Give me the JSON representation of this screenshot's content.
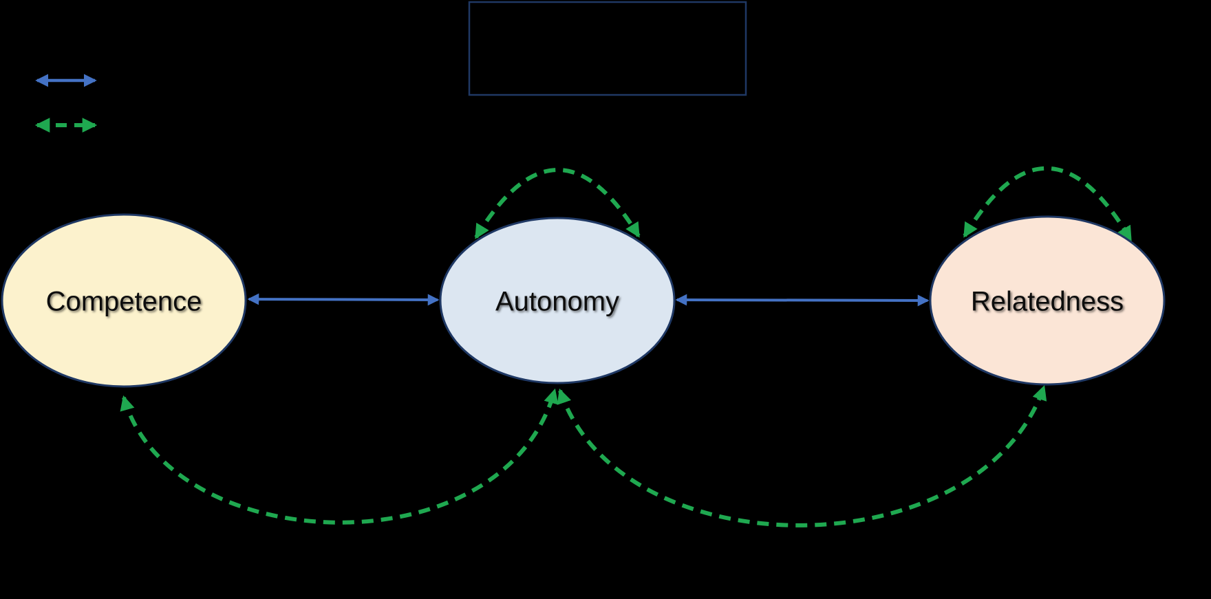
{
  "figure": {
    "type": "concept-diagram",
    "background": "#000000",
    "description_visible_elements": "three oval nodes linked by solid blue double arrows and dashed green double arrows, empty outlined box at top, two-sample legend at top left"
  },
  "colors": {
    "background": "#000000",
    "node_border": "#1F3864",
    "box_border": "#1F3864",
    "solid_arrow": "#4472C4",
    "dashed_arrow": "#1FA850",
    "label_text": "#0d0d0d"
  },
  "nodes": [
    {
      "id": "competence",
      "label": "Competence",
      "fill": "#FCF2CD"
    },
    {
      "id": "autonomy",
      "label": "Autonomy",
      "fill": "#DCE6F1"
    },
    {
      "id": "relatedness",
      "label": "Relatedness",
      "fill": "#FBE5D6"
    }
  ],
  "edges": [
    {
      "from": "competence",
      "to": "autonomy",
      "style": "solid",
      "color": "#4472C4",
      "bidirectional": true,
      "shape": "straight"
    },
    {
      "from": "autonomy",
      "to": "relatedness",
      "style": "solid",
      "color": "#4472C4",
      "bidirectional": true,
      "shape": "straight"
    },
    {
      "from": "autonomy",
      "to": "autonomy",
      "style": "dashed",
      "color": "#1FA850",
      "bidirectional": true,
      "shape": "loop-above"
    },
    {
      "from": "relatedness",
      "to": "relatedness",
      "style": "dashed",
      "color": "#1FA850",
      "bidirectional": true,
      "shape": "loop-above"
    },
    {
      "from": "competence",
      "to": "autonomy",
      "style": "dashed",
      "color": "#1FA850",
      "bidirectional": true,
      "shape": "arc-below"
    },
    {
      "from": "autonomy",
      "to": "relatedness",
      "style": "dashed",
      "color": "#1FA850",
      "bidirectional": true,
      "shape": "arc-below"
    }
  ],
  "legend": {
    "items": [
      {
        "id": "solid-double-arrow",
        "line_style": "solid",
        "color": "#4472C4"
      },
      {
        "id": "dashed-double-arrow",
        "line_style": "dashed",
        "color": "#1FA850"
      }
    ]
  },
  "top_box": {
    "has_visible_text": false
  }
}
